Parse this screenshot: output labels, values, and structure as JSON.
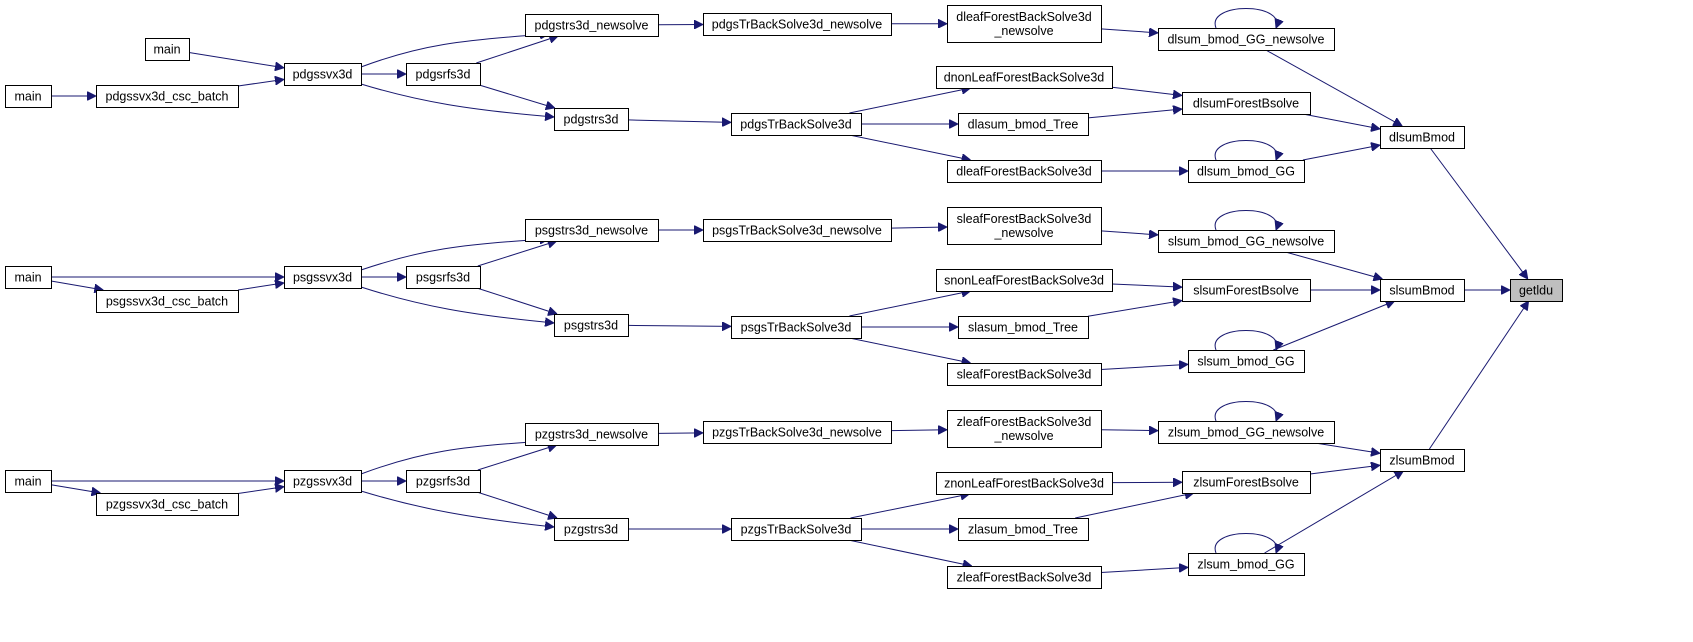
{
  "diagram": {
    "type": "call-graph",
    "colors": {
      "edge": "#191970",
      "node_border": "#000000",
      "node_fill": "#ffffff",
      "focus_fill": "#bfbfbf"
    },
    "focus_node": "getldu",
    "nodes": [
      {
        "id": "getldu",
        "label": [
          "getldu"
        ]
      },
      {
        "id": "dlsumBmod",
        "label": [
          "dlsumBmod"
        ]
      },
      {
        "id": "slsumBmod",
        "label": [
          "slsumBmod"
        ]
      },
      {
        "id": "zlsumBmod",
        "label": [
          "zlsumBmod"
        ]
      },
      {
        "id": "dlsum_bmod_GG_newsolve",
        "label": [
          "dlsum_bmod_GG_newsolve"
        ]
      },
      {
        "id": "dlsumForestBsolve",
        "label": [
          "dlsumForestBsolve"
        ]
      },
      {
        "id": "dlsum_bmod_GG",
        "label": [
          "dlsum_bmod_GG"
        ]
      },
      {
        "id": "slsum_bmod_GG_newsolve",
        "label": [
          "slsum_bmod_GG_newsolve"
        ]
      },
      {
        "id": "slsumForestBsolve",
        "label": [
          "slsumForestBsolve"
        ]
      },
      {
        "id": "slsum_bmod_GG",
        "label": [
          "slsum_bmod_GG"
        ]
      },
      {
        "id": "zlsum_bmod_GG_newsolve",
        "label": [
          "zlsum_bmod_GG_newsolve"
        ]
      },
      {
        "id": "zlsumForestBsolve",
        "label": [
          "zlsumForestBsolve"
        ]
      },
      {
        "id": "zlsum_bmod_GG",
        "label": [
          "zlsum_bmod_GG"
        ]
      },
      {
        "id": "dleafForestBackSolve3d_newsolve",
        "label": [
          "dleafForestBackSolve3d",
          "_newsolve"
        ]
      },
      {
        "id": "dnonLeafForestBackSolve3d",
        "label": [
          "dnonLeafForestBackSolve3d"
        ]
      },
      {
        "id": "dlasum_bmod_Tree",
        "label": [
          "dlasum_bmod_Tree"
        ]
      },
      {
        "id": "dleafForestBackSolve3d",
        "label": [
          "dleafForestBackSolve3d"
        ]
      },
      {
        "id": "sleafForestBackSolve3d_newsolve",
        "label": [
          "sleafForestBackSolve3d",
          "_newsolve"
        ]
      },
      {
        "id": "snonLeafForestBackSolve3d",
        "label": [
          "snonLeafForestBackSolve3d"
        ]
      },
      {
        "id": "slasum_bmod_Tree",
        "label": [
          "slasum_bmod_Tree"
        ]
      },
      {
        "id": "sleafForestBackSolve3d",
        "label": [
          "sleafForestBackSolve3d"
        ]
      },
      {
        "id": "zleafForestBackSolve3d_newsolve",
        "label": [
          "zleafForestBackSolve3d",
          "_newsolve"
        ]
      },
      {
        "id": "znonLeafForestBackSolve3d",
        "label": [
          "znonLeafForestBackSolve3d"
        ]
      },
      {
        "id": "zlasum_bmod_Tree",
        "label": [
          "zlasum_bmod_Tree"
        ]
      },
      {
        "id": "zleafForestBackSolve3d",
        "label": [
          "zleafForestBackSolve3d"
        ]
      },
      {
        "id": "pdgsTrBackSolve3d_newsolve",
        "label": [
          "pdgsTrBackSolve3d_newsolve"
        ]
      },
      {
        "id": "pdgsTrBackSolve3d",
        "label": [
          "pdgsTrBackSolve3d"
        ]
      },
      {
        "id": "psgsTrBackSolve3d_newsolve",
        "label": [
          "psgsTrBackSolve3d_newsolve"
        ]
      },
      {
        "id": "psgsTrBackSolve3d",
        "label": [
          "psgsTrBackSolve3d"
        ]
      },
      {
        "id": "pzgsTrBackSolve3d_newsolve",
        "label": [
          "pzgsTrBackSolve3d_newsolve"
        ]
      },
      {
        "id": "pzgsTrBackSolve3d",
        "label": [
          "pzgsTrBackSolve3d"
        ]
      },
      {
        "id": "pdgstrs3d_newsolve",
        "label": [
          "pdgstrs3d_newsolve"
        ]
      },
      {
        "id": "pdgstrs3d",
        "label": [
          "pdgstrs3d"
        ]
      },
      {
        "id": "psgstrs3d_newsolve",
        "label": [
          "psgstrs3d_newsolve"
        ]
      },
      {
        "id": "psgstrs3d",
        "label": [
          "psgstrs3d"
        ]
      },
      {
        "id": "pzgstrs3d_newsolve",
        "label": [
          "pzgstrs3d_newsolve"
        ]
      },
      {
        "id": "pzgstrs3d",
        "label": [
          "pzgstrs3d"
        ]
      },
      {
        "id": "pdgsrfs3d",
        "label": [
          "pdgsrfs3d"
        ]
      },
      {
        "id": "psgsrfs3d",
        "label": [
          "psgsrfs3d"
        ]
      },
      {
        "id": "pzgsrfs3d",
        "label": [
          "pzgsrfs3d"
        ]
      },
      {
        "id": "pdgssvx3d",
        "label": [
          "pdgssvx3d"
        ]
      },
      {
        "id": "psgssvx3d",
        "label": [
          "psgssvx3d"
        ]
      },
      {
        "id": "pzgssvx3d",
        "label": [
          "pzgssvx3d"
        ]
      },
      {
        "id": "pdgssvx3d_csc_batch",
        "label": [
          "pdgssvx3d_csc_batch"
        ]
      },
      {
        "id": "psgssvx3d_csc_batch",
        "label": [
          "psgssvx3d_csc_batch"
        ]
      },
      {
        "id": "pzgssvx3d_csc_batch",
        "label": [
          "pzgssvx3d_csc_batch"
        ]
      },
      {
        "id": "main_d1",
        "label": [
          "main"
        ]
      },
      {
        "id": "main_d2",
        "label": [
          "main"
        ]
      },
      {
        "id": "main_s",
        "label": [
          "main"
        ]
      },
      {
        "id": "main_z",
        "label": [
          "main"
        ]
      }
    ],
    "edges": [
      {
        "from": "dlsumBmod",
        "to": "getldu"
      },
      {
        "from": "slsumBmod",
        "to": "getldu"
      },
      {
        "from": "zlsumBmod",
        "to": "getldu"
      },
      {
        "from": "dlsum_bmod_GG_newsolve",
        "to": "dlsumBmod"
      },
      {
        "from": "dlsumForestBsolve",
        "to": "dlsumBmod"
      },
      {
        "from": "dlsum_bmod_GG",
        "to": "dlsumBmod"
      },
      {
        "from": "dlsum_bmod_GG_newsolve",
        "to": "dlsum_bmod_GG_newsolve"
      },
      {
        "from": "dlsum_bmod_GG",
        "to": "dlsum_bmod_GG"
      },
      {
        "from": "slsum_bmod_GG_newsolve",
        "to": "slsumBmod"
      },
      {
        "from": "slsumForestBsolve",
        "to": "slsumBmod"
      },
      {
        "from": "slsum_bmod_GG",
        "to": "slsumBmod"
      },
      {
        "from": "slsum_bmod_GG_newsolve",
        "to": "slsum_bmod_GG_newsolve"
      },
      {
        "from": "slsum_bmod_GG",
        "to": "slsum_bmod_GG"
      },
      {
        "from": "zlsum_bmod_GG_newsolve",
        "to": "zlsumBmod"
      },
      {
        "from": "zlsumForestBsolve",
        "to": "zlsumBmod"
      },
      {
        "from": "zlsum_bmod_GG",
        "to": "zlsumBmod"
      },
      {
        "from": "zlsum_bmod_GG_newsolve",
        "to": "zlsum_bmod_GG_newsolve"
      },
      {
        "from": "zlsum_bmod_GG",
        "to": "zlsum_bmod_GG"
      },
      {
        "from": "dleafForestBackSolve3d_newsolve",
        "to": "dlsum_bmod_GG_newsolve"
      },
      {
        "from": "dnonLeafForestBackSolve3d",
        "to": "dlsumForestBsolve"
      },
      {
        "from": "dlasum_bmod_Tree",
        "to": "dlsumForestBsolve"
      },
      {
        "from": "dleafForestBackSolve3d",
        "to": "dlsum_bmod_GG"
      },
      {
        "from": "sleafForestBackSolve3d_newsolve",
        "to": "slsum_bmod_GG_newsolve"
      },
      {
        "from": "snonLeafForestBackSolve3d",
        "to": "slsumForestBsolve"
      },
      {
        "from": "slasum_bmod_Tree",
        "to": "slsumForestBsolve"
      },
      {
        "from": "sleafForestBackSolve3d",
        "to": "slsum_bmod_GG"
      },
      {
        "from": "zleafForestBackSolve3d_newsolve",
        "to": "zlsum_bmod_GG_newsolve"
      },
      {
        "from": "znonLeafForestBackSolve3d",
        "to": "zlsumForestBsolve"
      },
      {
        "from": "zlasum_bmod_Tree",
        "to": "zlsumForestBsolve"
      },
      {
        "from": "zleafForestBackSolve3d",
        "to": "zlsum_bmod_GG"
      },
      {
        "from": "pdgsTrBackSolve3d_newsolve",
        "to": "dleafForestBackSolve3d_newsolve"
      },
      {
        "from": "pdgsTrBackSolve3d",
        "to": "dnonLeafForestBackSolve3d"
      },
      {
        "from": "pdgsTrBackSolve3d",
        "to": "dlasum_bmod_Tree"
      },
      {
        "from": "pdgsTrBackSolve3d",
        "to": "dleafForestBackSolve3d"
      },
      {
        "from": "psgsTrBackSolve3d_newsolve",
        "to": "sleafForestBackSolve3d_newsolve"
      },
      {
        "from": "psgsTrBackSolve3d",
        "to": "snonLeafForestBackSolve3d"
      },
      {
        "from": "psgsTrBackSolve3d",
        "to": "slasum_bmod_Tree"
      },
      {
        "from": "psgsTrBackSolve3d",
        "to": "sleafForestBackSolve3d"
      },
      {
        "from": "pzgsTrBackSolve3d_newsolve",
        "to": "zleafForestBackSolve3d_newsolve"
      },
      {
        "from": "pzgsTrBackSolve3d",
        "to": "znonLeafForestBackSolve3d"
      },
      {
        "from": "pzgsTrBackSolve3d",
        "to": "zlasum_bmod_Tree"
      },
      {
        "from": "pzgsTrBackSolve3d",
        "to": "zleafForestBackSolve3d"
      },
      {
        "from": "pdgstrs3d_newsolve",
        "to": "pdgsTrBackSolve3d_newsolve"
      },
      {
        "from": "pdgstrs3d",
        "to": "pdgsTrBackSolve3d"
      },
      {
        "from": "psgstrs3d_newsolve",
        "to": "psgsTrBackSolve3d_newsolve"
      },
      {
        "from": "psgstrs3d",
        "to": "psgsTrBackSolve3d"
      },
      {
        "from": "pzgstrs3d_newsolve",
        "to": "pzgsTrBackSolve3d_newsolve"
      },
      {
        "from": "pzgstrs3d",
        "to": "pzgsTrBackSolve3d"
      },
      {
        "from": "pdgssvx3d",
        "to": "pdgstrs3d_newsolve"
      },
      {
        "from": "pdgssvx3d",
        "to": "pdgsrfs3d"
      },
      {
        "from": "pdgssvx3d",
        "to": "pdgstrs3d"
      },
      {
        "from": "pdgsrfs3d",
        "to": "pdgstrs3d_newsolve"
      },
      {
        "from": "pdgsrfs3d",
        "to": "pdgstrs3d"
      },
      {
        "from": "psgssvx3d",
        "to": "psgstrs3d_newsolve"
      },
      {
        "from": "psgssvx3d",
        "to": "psgsrfs3d"
      },
      {
        "from": "psgssvx3d",
        "to": "psgstrs3d"
      },
      {
        "from": "psgsrfs3d",
        "to": "psgstrs3d_newsolve"
      },
      {
        "from": "psgsrfs3d",
        "to": "psgstrs3d"
      },
      {
        "from": "pzgssvx3d",
        "to": "pzgstrs3d_newsolve"
      },
      {
        "from": "pzgssvx3d",
        "to": "pzgsrfs3d"
      },
      {
        "from": "pzgssvx3d",
        "to": "pzgstrs3d"
      },
      {
        "from": "pzgsrfs3d",
        "to": "pzgstrs3d_newsolve"
      },
      {
        "from": "pzgsrfs3d",
        "to": "pzgstrs3d"
      },
      {
        "from": "main_d1",
        "to": "pdgssvx3d"
      },
      {
        "from": "pdgssvx3d_csc_batch",
        "to": "pdgssvx3d"
      },
      {
        "from": "main_d2",
        "to": "pdgssvx3d_csc_batch"
      },
      {
        "from": "main_s",
        "to": "psgssvx3d"
      },
      {
        "from": "main_s",
        "to": "psgssvx3d_csc_batch"
      },
      {
        "from": "psgssvx3d_csc_batch",
        "to": "psgssvx3d"
      },
      {
        "from": "main_z",
        "to": "pzgssvx3d"
      },
      {
        "from": "main_z",
        "to": "pzgssvx3d_csc_batch"
      },
      {
        "from": "pzgssvx3d_csc_batch",
        "to": "pzgssvx3d"
      }
    ]
  }
}
